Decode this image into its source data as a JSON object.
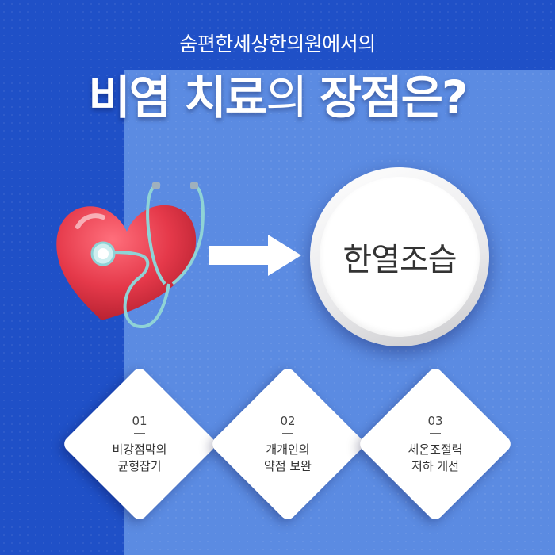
{
  "header": {
    "subtitle": "숨편한세상한의원에서의",
    "title_bold_1": "비염 치료",
    "title_light": "의 ",
    "title_bold_2": "장점은?"
  },
  "hero": {
    "circle_text": "한열조습"
  },
  "points": [
    {
      "number": "01",
      "line1": "비강점막의",
      "line2": "균형잡기"
    },
    {
      "number": "02",
      "line1": "개개인의",
      "line2": "약점 보완"
    },
    {
      "number": "03",
      "line1": "체온조절력",
      "line2": "저하 개선"
    }
  ],
  "colors": {
    "background": "#1f50c7",
    "panel": "#5b8be2",
    "heart": "#e5394a",
    "stethoscope": "#8fd3d6"
  },
  "icons": [
    "heart-stethoscope-icon",
    "arrow-right-icon"
  ]
}
